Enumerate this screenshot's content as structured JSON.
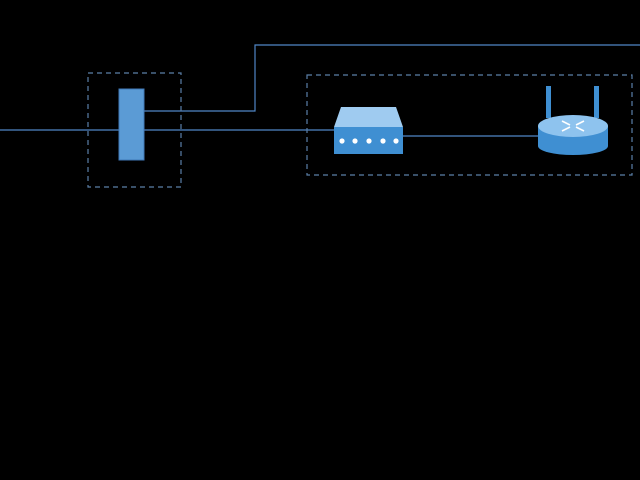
{
  "diagram": {
    "background": "#000000",
    "colors": {
      "line": "#4f86c6",
      "dashed_border": "#5b7fa8",
      "splitter_fill": "#5b9bd5",
      "splitter_stroke": "#3f78b8",
      "modem_top": "#9fcbf0",
      "modem_body": "#3f8fd2",
      "modem_led": "#ffffff",
      "router_top": "#8ec3ee",
      "router_body": "#3f8fd2",
      "antenna": "#3f8fd2"
    },
    "nodes": [
      {
        "id": "splitter",
        "icon": "line-splitter-icon"
      },
      {
        "id": "modem",
        "icon": "dsl-modem-icon",
        "led_count": 5
      },
      {
        "id": "router",
        "icon": "wireless-router-icon",
        "antenna_count": 2
      }
    ],
    "groups": [
      {
        "id": "splitter-group",
        "members": [
          "splitter"
        ]
      },
      {
        "id": "lan-group",
        "members": [
          "modem",
          "router"
        ]
      }
    ],
    "connections": [
      {
        "from": "incoming-line",
        "to": "splitter"
      },
      {
        "from": "splitter",
        "to": "modem"
      },
      {
        "from": "splitter",
        "to": "off-page-right"
      },
      {
        "from": "modem",
        "to": "router"
      }
    ]
  }
}
